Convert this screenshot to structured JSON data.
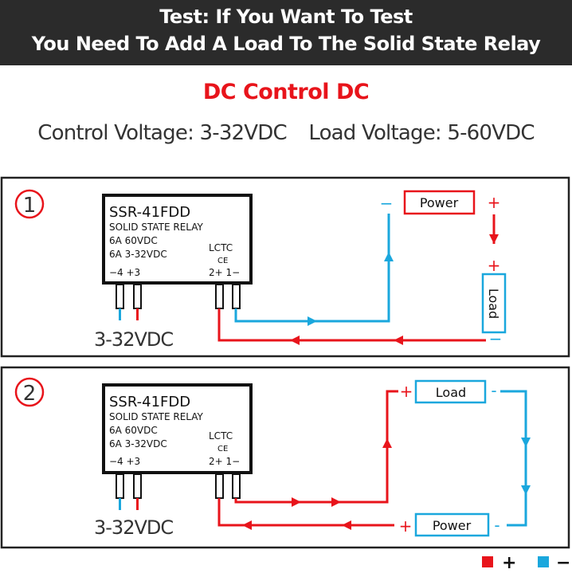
{
  "header": {
    "line1": "Test: If You Want To Test",
    "line2": "You Need To Add A Load To The Solid State Relay"
  },
  "subtitle": "DC Control  DC",
  "voltages": {
    "control": "Control Voltage: 3-32VDC",
    "load": "Load Voltage: 5-60VDC"
  },
  "colors": {
    "positive": "#e8141b",
    "negative": "#1aa7dd",
    "frame": "#222222",
    "banner": "#2b2b2b"
  },
  "relay": {
    "model": "SSR-41FDD",
    "type": "SOLID STATE RELAY",
    "rating1": "6A  60VDC",
    "rating2": "6A  3-32VDC",
    "brand": "LCTC",
    "cert": "CE",
    "pins_left": "−4  +3",
    "pins_right": "2+  1−"
  },
  "diagrams": [
    {
      "number": "1",
      "control_label": "3-32VDC",
      "power_label": "Power",
      "load_label": "Load",
      "signs": [
        "−",
        "+",
        "+",
        "−"
      ]
    },
    {
      "number": "2",
      "control_label": "3-32VDC",
      "power_label": "Power",
      "load_label": "Load",
      "signs": [
        "+",
        "-",
        "+",
        "-"
      ]
    }
  ],
  "legend": {
    "positive": "+",
    "negative": "−"
  }
}
